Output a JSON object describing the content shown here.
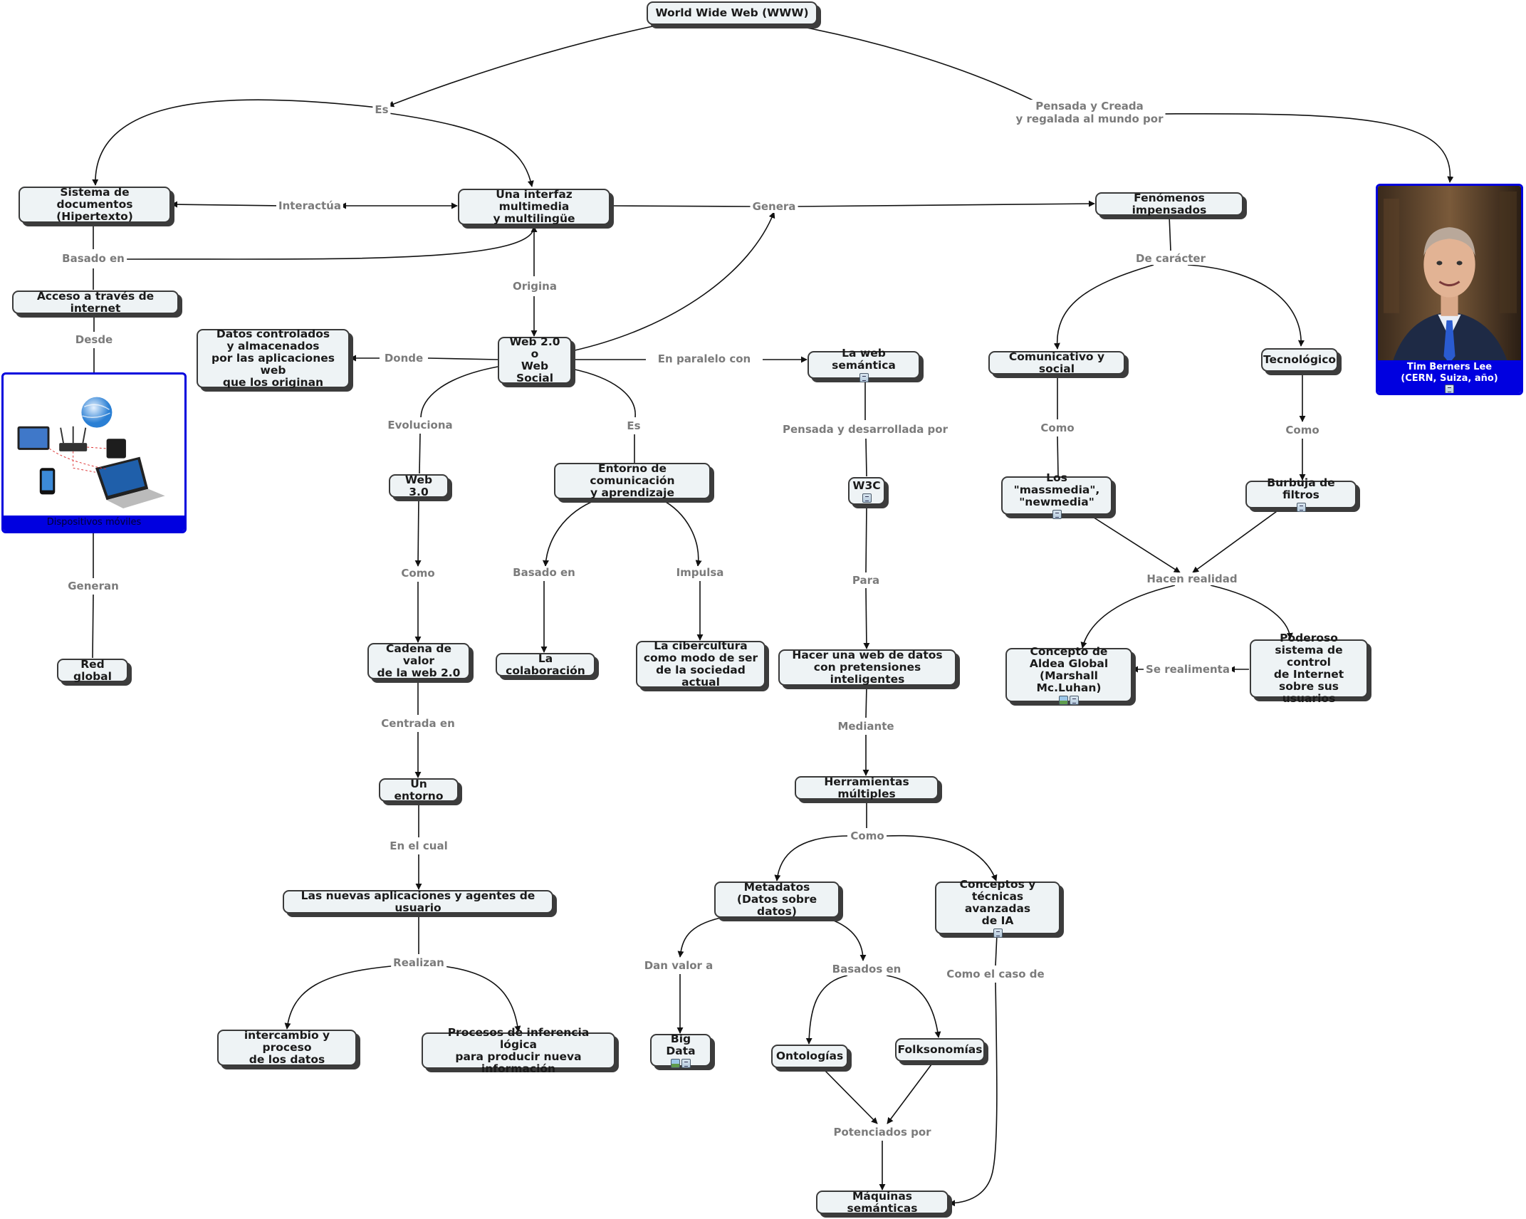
{
  "nodes": [
    {
      "id": "www",
      "text": "World Wide Web (WWW)"
    },
    {
      "id": "sistema",
      "text": "Sistema de documentos\n(Hipertexto)"
    },
    {
      "id": "interfaz",
      "text": "Una interfaz multimedia\ny multilingüe"
    },
    {
      "id": "fenomenos",
      "text": "Fenómenos impensados"
    },
    {
      "id": "acceso",
      "text": "Acceso a través de internet"
    },
    {
      "id": "datosctrl",
      "text": "Datos controlados\ny almacenados\npor las aplicaciones web\nque los originan"
    },
    {
      "id": "web20",
      "text": "Web 2.0\no\nWeb Social"
    },
    {
      "id": "websem",
      "text": "La web semántica",
      "icons": [
        "doc"
      ]
    },
    {
      "id": "comunicativo",
      "text": "Comunicativo y social"
    },
    {
      "id": "tecnologico",
      "text": "Tecnológico"
    },
    {
      "id": "web30",
      "text": "Web 3.0"
    },
    {
      "id": "entorno",
      "text": "Entorno de comunicación\ny aprendizaje"
    },
    {
      "id": "w3c",
      "text": "W3C",
      "icons": [
        "doc"
      ]
    },
    {
      "id": "massmedia",
      "text": "Los \"massmedia\",\n\"newmedia\"",
      "icons": [
        "doc"
      ]
    },
    {
      "id": "burbuja",
      "text": "Burbuja de filtros",
      "icons": [
        "doc"
      ]
    },
    {
      "id": "cadena",
      "text": "Cadena de valor\nde la web 2.0"
    },
    {
      "id": "colaboracion",
      "text": "La colaboración"
    },
    {
      "id": "cibercultura",
      "text": "La cibercultura\ncomo modo de ser\nde la sociedad actual"
    },
    {
      "id": "hacerweb",
      "text": "Hacer una web de datos\ncon pretensiones inteligentes"
    },
    {
      "id": "aldea",
      "text": "Concepto de\nAldea Global\n(Marshall Mc.Luhan)",
      "icons": [
        "img",
        "doc"
      ]
    },
    {
      "id": "poderoso",
      "text": "Poderoso\nsistema de control\nde Internet\nsobre sus usuarios"
    },
    {
      "id": "redglobal",
      "text": "Red global"
    },
    {
      "id": "unentorno",
      "text": "Un entorno"
    },
    {
      "id": "herramientas",
      "text": "Herramientas múltiples"
    },
    {
      "id": "nuevasapps",
      "text": "Las nuevas aplicaciones y agentes de usuario"
    },
    {
      "id": "metadatos",
      "text": "Metadatos\n(Datos sobre datos)"
    },
    {
      "id": "conceptosia",
      "text": "Conceptos y\ntécnicas avanzadas\nde IA",
      "icons": [
        "doc"
      ]
    },
    {
      "id": "intercambio",
      "text": "intercambio y proceso\nde los datos"
    },
    {
      "id": "procesos",
      "text": "Procesos de inferencia lógica\npara producir nueva información"
    },
    {
      "id": "bigdata",
      "text": "Big Data",
      "icons": [
        "img",
        "doc"
      ]
    },
    {
      "id": "ontologias",
      "text": "Ontologías"
    },
    {
      "id": "folksonomias",
      "text": "Folksonomías"
    },
    {
      "id": "maquinas",
      "text": "Máquinas semánticas"
    }
  ],
  "image_nodes": [
    {
      "id": "dispositivos",
      "caption": "Dispositivos móviles",
      "kind": "devices"
    },
    {
      "id": "tim",
      "caption": "Tim Berners Lee\n(CERN, Suiza, año)",
      "kind": "portrait",
      "icons": [
        "doc"
      ]
    }
  ],
  "link_labels": [
    {
      "id": "es1",
      "text": "Es"
    },
    {
      "id": "pensada",
      "text": "Pensada y Creada\ny regalada al mundo por"
    },
    {
      "id": "interactua",
      "text": "Interactúa"
    },
    {
      "id": "genera",
      "text": "Genera"
    },
    {
      "id": "basado1",
      "text": "Basado en"
    },
    {
      "id": "origina",
      "text": "Origina"
    },
    {
      "id": "decaracter",
      "text": "De carácter"
    },
    {
      "id": "desde",
      "text": "Desde"
    },
    {
      "id": "donde",
      "text": "Donde"
    },
    {
      "id": "paralelo",
      "text": "En paralelo con"
    },
    {
      "id": "evoluciona",
      "text": "Evoluciona"
    },
    {
      "id": "es2",
      "text": "Es"
    },
    {
      "id": "pensadades",
      "text": "Pensada y desarrollada por"
    },
    {
      "id": "como1",
      "text": "Como"
    },
    {
      "id": "como2",
      "text": "Como"
    },
    {
      "id": "generan",
      "text": "Generan"
    },
    {
      "id": "como3",
      "text": "Como"
    },
    {
      "id": "basado2",
      "text": "Basado en"
    },
    {
      "id": "impulsa",
      "text": "Impulsa"
    },
    {
      "id": "para",
      "text": "Para"
    },
    {
      "id": "hacenreal",
      "text": "Hacen realidad"
    },
    {
      "id": "serealimenta",
      "text": "Se realimenta"
    },
    {
      "id": "centrada",
      "text": "Centrada en"
    },
    {
      "id": "mediante",
      "text": "Mediante"
    },
    {
      "id": "como4",
      "text": "Como"
    },
    {
      "id": "encual",
      "text": "En el cual"
    },
    {
      "id": "realizan",
      "text": "Realizan"
    },
    {
      "id": "danvalor",
      "text": "Dan valor a"
    },
    {
      "id": "basados",
      "text": "Basados en"
    },
    {
      "id": "comocaso",
      "text": "Como el caso de"
    },
    {
      "id": "potenciados",
      "text": "Potenciados por"
    }
  ],
  "colors": {
    "node_fill": "#eef3f5",
    "node_border": "#3a3a3a",
    "node_shadow": "#3c3c3c",
    "edge": "#111111",
    "link_label": "#7b7b7b",
    "image_border": "#0000dd",
    "caption_bg": "#0000e0"
  }
}
